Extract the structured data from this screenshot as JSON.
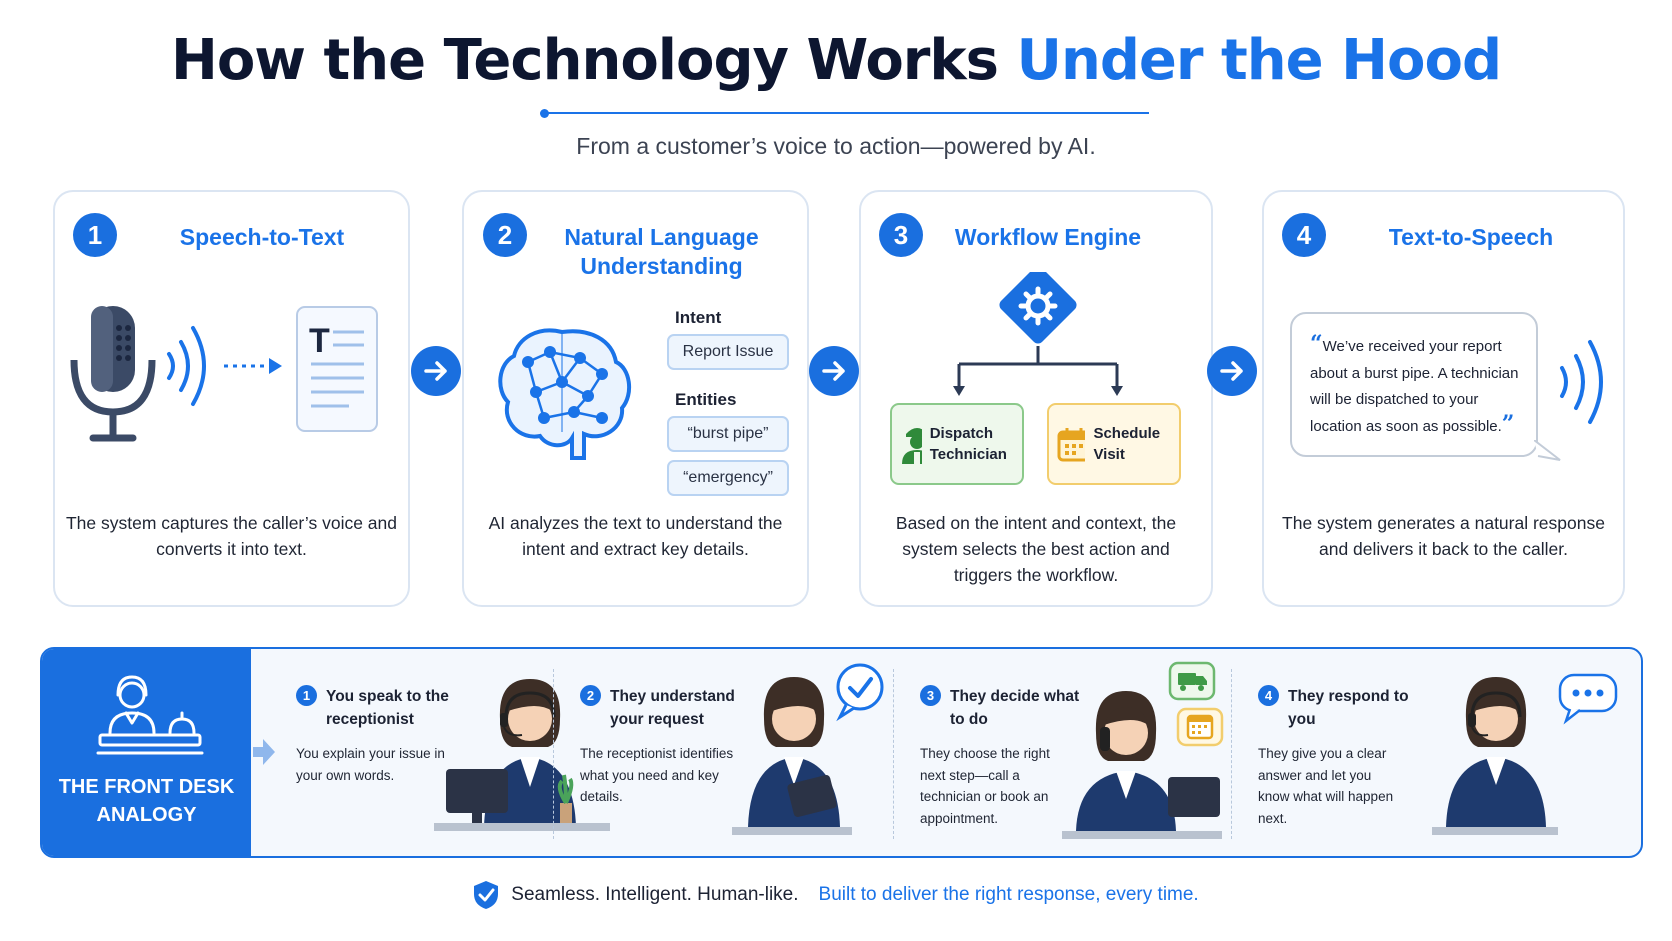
{
  "header": {
    "title_main": "How the Technology Works",
    "title_accent": "Under the Hood",
    "subtitle": "From a customer’s voice to action—powered by AI."
  },
  "steps": [
    {
      "number": "1",
      "title": "Speech-to-Text",
      "description": "The system captures the caller’s voice and converts it into text."
    },
    {
      "number": "2",
      "title": "Natural Language Understanding",
      "intent_label": "Intent",
      "intent_value": "Report Issue",
      "entities_label": "Entities",
      "entities": [
        "“burst pipe”",
        "“emergency”"
      ],
      "description": "AI analyzes the text to understand the intent and extract key details."
    },
    {
      "number": "3",
      "title": "Workflow Engine",
      "options": [
        {
          "label": "Dispatch Technician",
          "icon": "technician-icon"
        },
        {
          "label": "Schedule Visit",
          "icon": "calendar-icon"
        }
      ],
      "description": "Based on the intent and context, the system selects the best action and triggers the workflow."
    },
    {
      "number": "4",
      "title": "Text-to-Speech",
      "response_text": "We’ve received your report about a burst pipe. A technician will be dispatched to your location as soon as possible.",
      "description": "The system generates a natural response and delivers it back to the caller."
    }
  ],
  "analogy": {
    "label": "THE FRONT DESK ANALOGY",
    "steps": [
      {
        "number": "1",
        "title": "You speak to the receptionist",
        "description": "You explain your issue in your own words."
      },
      {
        "number": "2",
        "title": "They understand your request",
        "description": "The receptionist identifies what you need and key details."
      },
      {
        "number": "3",
        "title": "They decide what to do",
        "description": "They choose the right next step—call a technician or book an appointment."
      },
      {
        "number": "4",
        "title": "They respond to you",
        "description": "They give you a clear answer and let you know what will happen next."
      }
    ]
  },
  "footer": {
    "tagline": "Seamless. Intelligent. Human-like.",
    "accent": "Built to deliver the right response, every time."
  },
  "colors": {
    "accent": "#1a73e8",
    "dark_text": "#0d1630",
    "card_border": "#dbe5f2",
    "dispatch_green": "#8bc98a",
    "schedule_yellow": "#f2cd6d"
  }
}
